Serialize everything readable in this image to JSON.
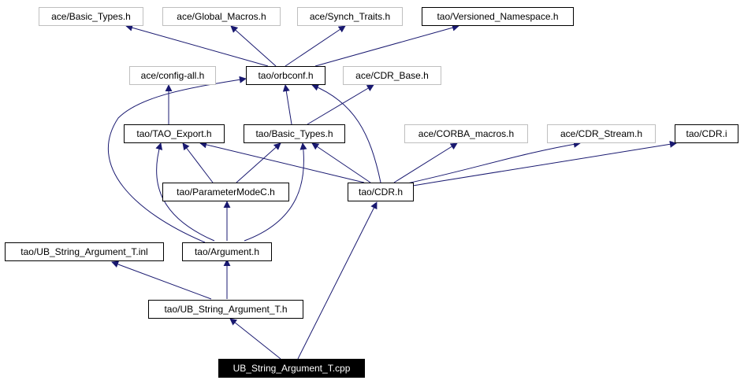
{
  "nodes": {
    "ace_basic_types": "ace/Basic_Types.h",
    "ace_global_macros": "ace/Global_Macros.h",
    "ace_synch_traits": "ace/Synch_Traits.h",
    "tao_versioned_namespace": "tao/Versioned_Namespace.h",
    "ace_config_all": "ace/config-all.h",
    "tao_orbconf": "tao/orbconf.h",
    "ace_cdr_base": "ace/CDR_Base.h",
    "tao_tao_export": "tao/TAO_Export.h",
    "tao_basic_types": "tao/Basic_Types.h",
    "ace_corba_macros": "ace/CORBA_macros.h",
    "ace_cdr_stream": "ace/CDR_Stream.h",
    "tao_cdr_i": "tao/CDR.i",
    "tao_parametermodec": "tao/ParameterModeC.h",
    "tao_cdr_h": "tao/CDR.h",
    "tao_ub_string_argument_t_inl": "tao/UB_String_Argument_T.inl",
    "tao_argument": "tao/Argument.h",
    "tao_ub_string_argument_t_h": "tao/UB_String_Argument_T.h",
    "ub_string_argument_t_cpp": "UB_String_Argument_T.cpp"
  },
  "colors": {
    "edge": "#191970",
    "gray_border": "#bfbfbf",
    "black_border": "#000000",
    "root_fill": "#000000"
  }
}
